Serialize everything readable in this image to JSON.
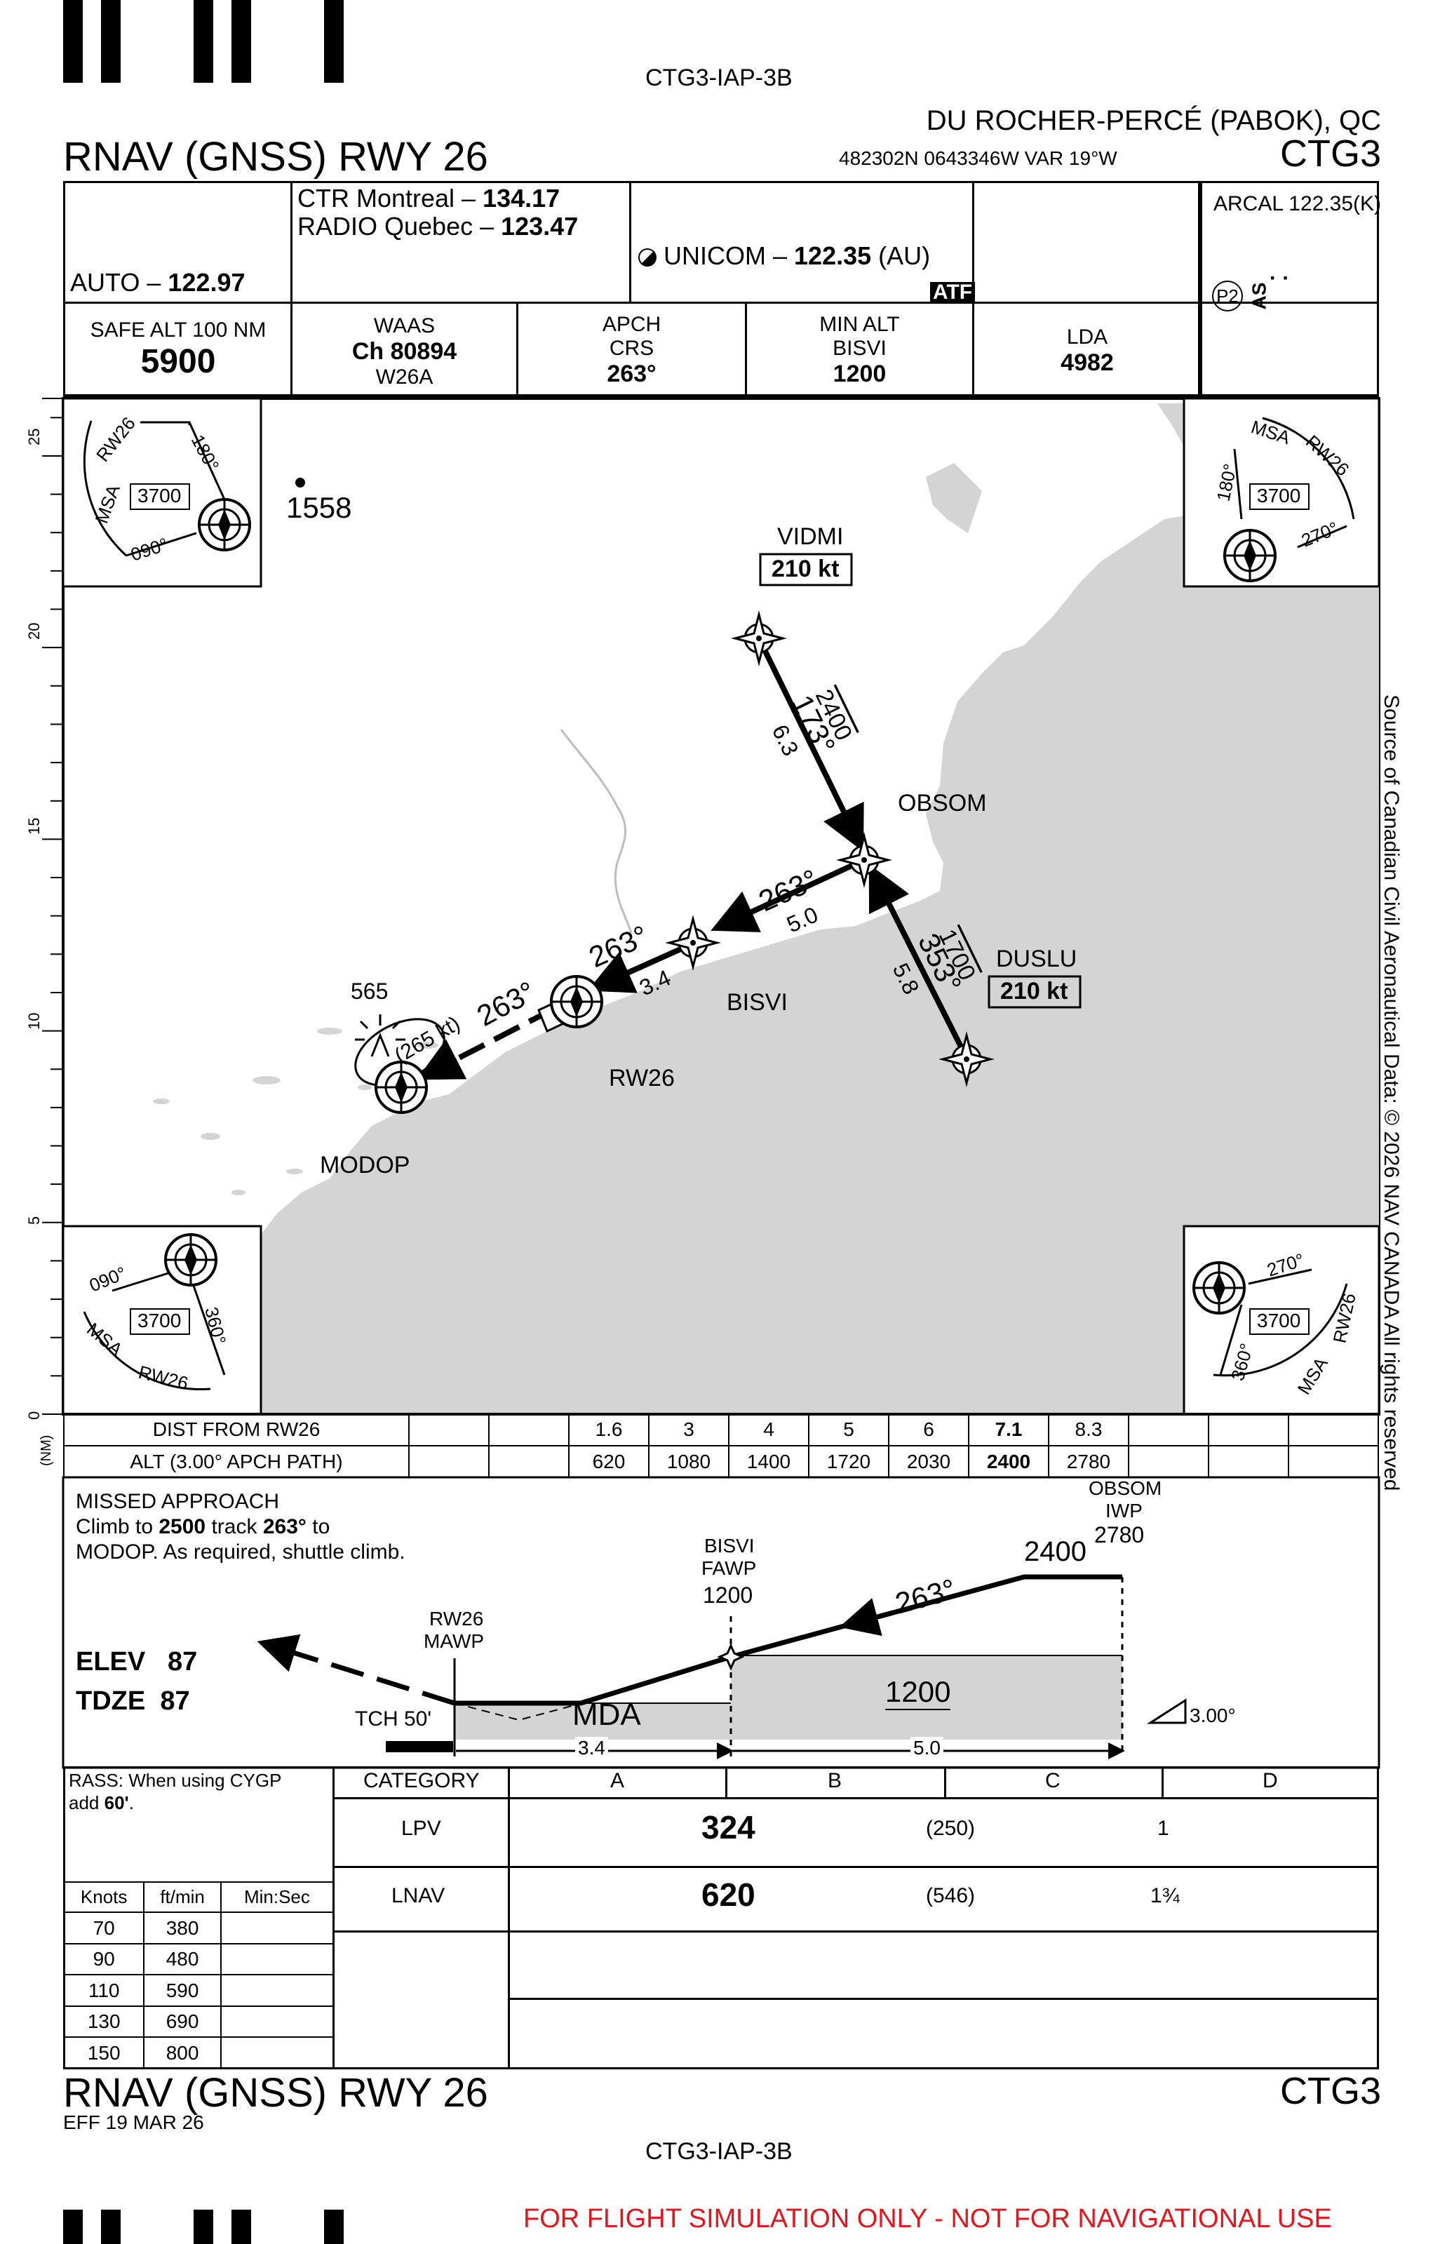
{
  "chart_id": "CTG3-IAP-3B",
  "airport": "DU ROCHER-PERCÉ (PABOK), QC",
  "procedure": "RNAV (GNSS) RWY 26",
  "coords": "482302N  0643346W  VAR 19°W",
  "ident": "CTG3",
  "comms": {
    "auto_label": "AUTO –",
    "auto_freq": "122.97",
    "ctr_label": "CTR Montreal –",
    "ctr_freq": "134.17",
    "radio_label": "RADIO Quebec –",
    "radio_freq": "123.47",
    "unicom_label": "UNICOM –",
    "unicom_freq": "122.35",
    "unicom_suffix": "(AU)",
    "atf": "ATF",
    "arcal": "ARCAL 122.35(K)",
    "p2": "P2",
    "as": "AS"
  },
  "briefing": {
    "safe_alt_label": "SAFE ALT 100 NM",
    "safe_alt": "5900",
    "waas_label": "WAAS",
    "waas_ch": "Ch 80894",
    "waas_id": "W26A",
    "apch_crs_label1": "APCH",
    "apch_crs_label2": "CRS",
    "apch_crs": "263°",
    "min_alt_label1": "MIN ALT",
    "min_alt_label2": "BISVI",
    "min_alt": "1200",
    "lda_label": "LDA",
    "lda": "4982"
  },
  "plan": {
    "scale_ticks": [
      "25",
      "20",
      "15",
      "10",
      "5",
      "0"
    ],
    "scale_unit": "(NM)",
    "spot_elev": "1558",
    "obstacle_elev": "565",
    "msa_alt": "3700",
    "msa_label": "MSA",
    "msa_rwy": "RW26",
    "msa_bearings": [
      "180°",
      "090°",
      "270°",
      "360°"
    ],
    "fixes": {
      "vidmi": "VIDMI",
      "vidmi_speed": "210 kt",
      "obsom": "OBSOM",
      "duslu": "DUSLU",
      "duslu_speed": "210 kt",
      "bisvi": "BISVI",
      "rw26": "RW26",
      "modop": "MODOP"
    },
    "legs": {
      "vidmi_alt": "2400",
      "vidmi_crs": "173°",
      "vidmi_dist": "6.3",
      "duslu_alt": "1700",
      "duslu_crs": "353°",
      "duslu_dist": "5.8",
      "obsom_crs": "263°",
      "obsom_dist": "5.0",
      "bisvi_crs": "263°",
      "bisvi_dist": "3.4",
      "rw_crs": "263°",
      "holding_speed": "(265 kt)"
    },
    "source_note": "Source of Canadian Civil Aeronautical Data: © 2026 NAV CANADA All rights reserved"
  },
  "dist_table": {
    "dist_label": "DIST FROM RW26",
    "alt_label": "ALT (3.00° APCH PATH)",
    "dists": [
      "1.6",
      "3",
      "4",
      "5",
      "6",
      "7.1",
      "8.3"
    ],
    "alts": [
      "620",
      "1080",
      "1400",
      "1720",
      "2030",
      "2400",
      "2780"
    ]
  },
  "profile": {
    "missed_approach_title": "MISSED APPROACH",
    "missed_line1_a": "Climb to",
    "missed_line1_b": "2500",
    "missed_line1_c": "track",
    "missed_line1_d": "263°",
    "missed_line1_e": "to",
    "missed_line2": "MODOP. As required, shuttle climb.",
    "elev_label": "ELEV",
    "elev": "87",
    "tdze_label": "TDZE",
    "tdze": "87",
    "tch": "TCH 50'",
    "rw26": "RW26",
    "mawp": "MAWP",
    "bisvi": "BISVI",
    "fawp": "FAWP",
    "bisvi_alt": "1200",
    "obsom": "OBSOM",
    "iwp": "IWP",
    "obsom_alt": "2780",
    "intermediate_alt": "2400",
    "course": "263°",
    "mda": "MDA",
    "floor_alt": "1200",
    "gp_angle": "3.00°",
    "seg1_dist": "3.4",
    "seg2_dist": "5.0"
  },
  "minima": {
    "rass_note_a": "RASS: When using CYGP",
    "rass_note_b1": "add",
    "rass_note_b2": "60'",
    "rass_note_b3": ".",
    "category_label": "CATEGORY",
    "categories": [
      "A",
      "B",
      "C",
      "D"
    ],
    "rows": [
      {
        "name": "LPV",
        "mda": "324",
        "hat": "(250)",
        "vis": "1"
      },
      {
        "name": "LNAV",
        "mda": "620",
        "hat": "(546)",
        "vis": "1¾"
      }
    ],
    "rate_headers": [
      "Knots",
      "ft/min",
      "Min:Sec"
    ],
    "rates": [
      [
        "70",
        "380",
        ""
      ],
      [
        "90",
        "480",
        ""
      ],
      [
        "110",
        "590",
        ""
      ],
      [
        "130",
        "690",
        ""
      ],
      [
        "150",
        "800",
        ""
      ]
    ]
  },
  "footer": {
    "procedure": "RNAV (GNSS) RWY 26",
    "ident": "CTG3",
    "effective": "EFF 19 MAR 26",
    "chart_id": "CTG3-IAP-3B",
    "disclaimer": "FOR FLIGHT SIMULATION ONLY - NOT FOR NAVIGATIONAL USE"
  },
  "colors": {
    "land": "#d4d4d4",
    "ink": "#000000",
    "disclaimer": "#e4141a",
    "profile_fill": "#d4d4d4"
  }
}
